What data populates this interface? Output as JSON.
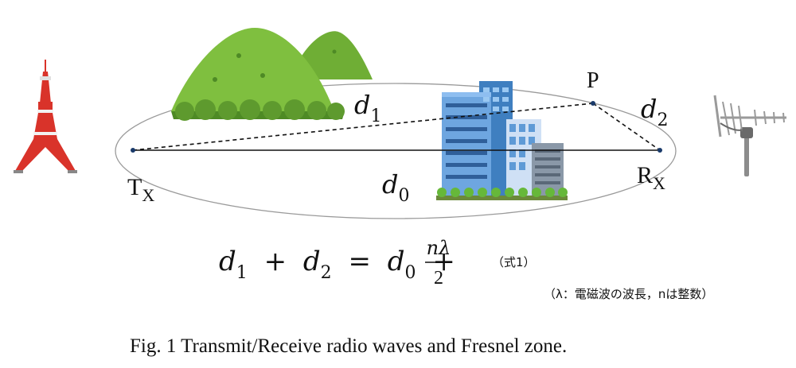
{
  "labels": {
    "tx_main": "T",
    "tx_sub": "X",
    "rx_main": "R",
    "rx_sub": "X",
    "point_p": "P",
    "d1_main": "d",
    "d1_sub": "1",
    "d2_main": "d",
    "d2_sub": "2",
    "d0_main": "d",
    "d0_sub": "0"
  },
  "equation": {
    "lhs_a": "d",
    "lhs_a_sub": "1",
    "plus1": "+",
    "lhs_b": "d",
    "lhs_b_sub": "2",
    "equals": "=",
    "rhs_a": "d",
    "rhs_a_sub": "0",
    "plus2": "+",
    "numerator": "nλ",
    "denominator": "2",
    "tag": "（式1）"
  },
  "note": "（λ：電磁波の波長，nは整数）",
  "caption": "Fig. 1  Transmit/Receive radio waves and Fresnel zone.",
  "colors": {
    "tower_red": "#d9332a",
    "hill_green": "#7fbf3f",
    "building_blue": "#5e9ad6",
    "line_black": "#111111",
    "ellipse_gray": "#9a9a9a"
  },
  "icons": [
    "tower-icon",
    "hill-icon",
    "building-icon",
    "antenna-icon"
  ]
}
